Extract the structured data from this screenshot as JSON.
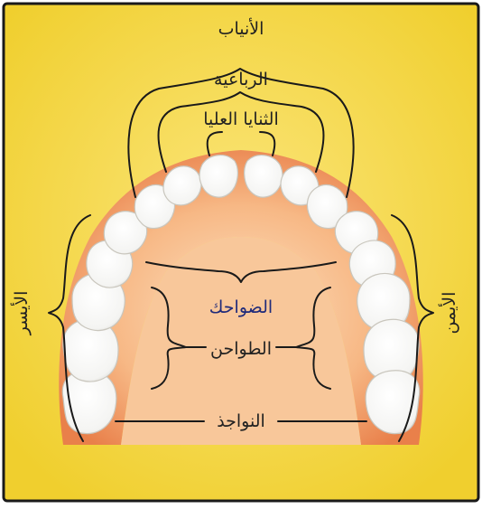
{
  "labels": {
    "canines": "الأنياب",
    "laterals": "الرباعية",
    "centrals": "الثنايا العليا",
    "premolars": "الضواحك",
    "molars": "الطواحن",
    "wisdom": "النواجذ",
    "left_side": "الأيسر",
    "right_side": "الأيمن"
  },
  "colors": {
    "background": "#f3d43a",
    "frame": "#1a1a1a",
    "gum": "#f3a06a",
    "tooth": "#ffffff",
    "label_text": "#222222",
    "accent_label": "#1f2a7a"
  }
}
